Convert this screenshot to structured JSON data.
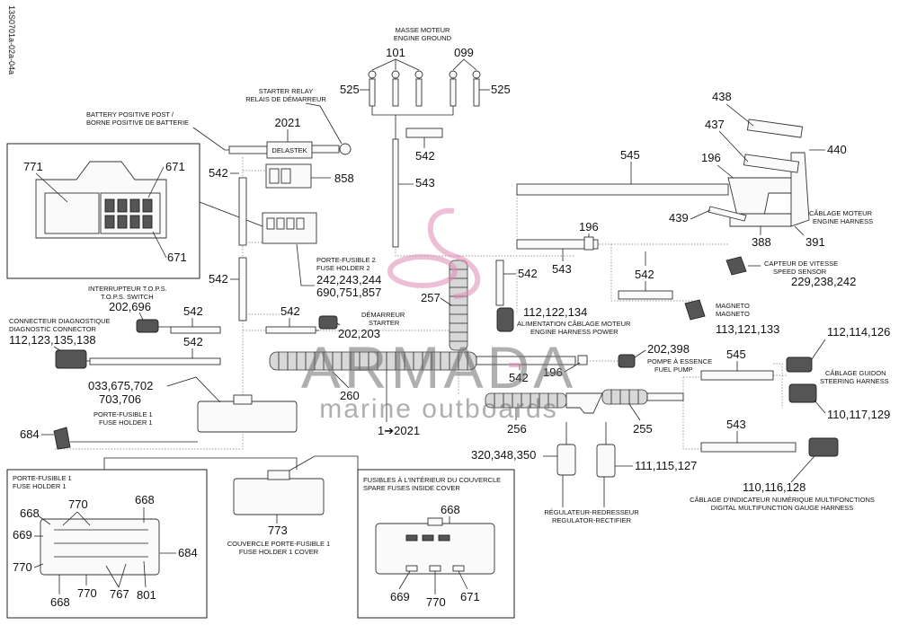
{
  "reference_code": "13S0701a-02a-04a",
  "watermark": {
    "brand": "ARMADA",
    "tagline": "marine outboards",
    "color": "#e08bb8"
  },
  "labels": {
    "masse_fr": "MASSE MOTEUR",
    "masse_en": "ENGINE GROUND",
    "starter_relay_en": "STARTER RELAY",
    "starter_relay_fr": "RELAIS DE DÉMARREUR",
    "battery_en": "BATTERY POSITIVE POST /",
    "battery_fr": "BORNE POSITIVE DE BATTERIE",
    "fuse2_fr": "PORTE-FUSIBLE 2",
    "fuse2_en": "FUSE HOLDER 2",
    "tops_fr": "INTERRUPTEUR T.O.P.S.",
    "tops_en": "T.O.P.S. SWITCH",
    "diag_fr": "CONNECTEUR DIAGNOSTIQUE",
    "diag_en": "DIAGNOSTIC CONNECTOR",
    "demarreur_fr": "DÉMARREUR",
    "demarreur_en": "STARTER",
    "alim_fr": "ALIMENTATION CÂBLAGE MOTEUR",
    "alim_en": "ENGINE HARNESS POWER",
    "cablage_fr": "CÂBLAGE MOTEUR",
    "cablage_en": "ENGINE HARNESS",
    "capteur_fr": "CAPTEUR DE VITESSE",
    "capteur_en": "SPEED SENSOR",
    "magneto_fr": "MAGNETO",
    "magneto_en": "MAGNETO",
    "pompe_fr": "POMPE À ESSENCE",
    "pompe_en": "FUEL PUMP",
    "guidon_fr": "CÂBLAGE GUIDON",
    "guidon_en": "STEERING HARNESS",
    "fuse1_fr": "PORTE-FUSIBLE 1",
    "fuse1_en": "FUSE HOLDER 1",
    "fuse1_box_fr": "PORTE-FUSIBLE 1",
    "fuse1_box_en": "FUSE HOLDER 1",
    "cover_fr": "COUVERCLE PORTE-FUSIBLE 1",
    "cover_en": "FUSE HOLDER 1 COVER",
    "spare_fr": "FUSIBLES À L'INTÉRIEUR DU COUVERCLE",
    "spare_en": "SPARE FUSES INSIDE COVER",
    "regulateur_fr": "RÉGULATEUR-REDRESSEUR",
    "regulateur_en": "REGULATOR-RECTIFIER",
    "gauge_fr": "CÂBLAGE D'INDICATEUR NUMÉRIQUE MULTIFONCTIONS",
    "gauge_en": "DIGITAL MULTIFUNCTION GAUGE HARNESS",
    "delastek": "DELASTEK"
  },
  "parts": {
    "p101": "101",
    "p099": "099",
    "p525a": "525",
    "p525b": "525",
    "p2021": "2021",
    "p542_top": "542",
    "p542_a": "542",
    "p542_b": "542",
    "p542_c": "542",
    "p542_d": "542",
    "p542_e": "542",
    "p542_f": "542",
    "p542_g": "542",
    "p543_a": "543",
    "p543_b": "543",
    "p543_c": "543",
    "p545_a": "545",
    "p545_b": "545",
    "p858": "858",
    "p771": "771",
    "p671_a": "671",
    "p671_b": "671",
    "p196_a": "196",
    "p196_b": "196",
    "p196_c": "196",
    "p438": "438",
    "p437": "437",
    "p440": "440",
    "p439": "439",
    "p388": "388",
    "p391": "391",
    "p229": "229,238,242",
    "p113": "113,121,133",
    "p242": "242,243,244",
    "p690": "690,751,857",
    "p257": "257",
    "p112_122": "112,122,134",
    "p202_696": "202,696",
    "p112_123": "112,123,135,138",
    "p202_203": "202,203",
    "p202_398": "202,398",
    "p112_114": "112,114,126",
    "p110_117": "110,117,129",
    "p033": "033,675,702",
    "p703": "703,706",
    "p260": "260",
    "p2021_arrow": "1➔2021",
    "p256": "256",
    "p255": "255",
    "p684_a": "684",
    "p684_b": "684",
    "p320": "320,348,350",
    "p111": "111,115,127",
    "p110_116": "110,116,128",
    "p773": "773",
    "p668_a": "668",
    "p668_b": "668",
    "p668_c": "668",
    "p668_d": "668",
    "p669_a": "669",
    "p669_b": "669",
    "p770_a": "770",
    "p770_b": "770",
    "p770_c": "770",
    "p767": "767",
    "p801": "801",
    "p671_c": "671"
  }
}
